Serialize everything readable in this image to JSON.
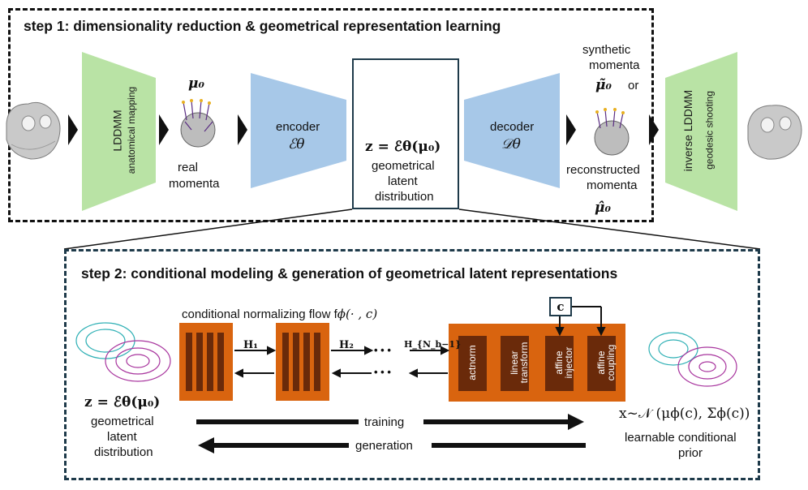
{
  "step1": {
    "title": "step 1: dimensionality reduction & geometrical representation learning",
    "lddmm": {
      "line1": "LDDMM",
      "line2": "anatomical mapping"
    },
    "mu0": "μ₀",
    "real_momenta": [
      "real",
      "momenta"
    ],
    "encoder": {
      "label": "encoder",
      "symbol": "ℰθ"
    },
    "latent": {
      "formula": "z = ℰθ(μ₀)",
      "caption": [
        "geometrical",
        "latent",
        "distribution"
      ]
    },
    "decoder": {
      "label": "decoder",
      "symbol": "𝒟θ"
    },
    "synthetic": {
      "line1": "synthetic",
      "line2": "momenta",
      "symbol": "μ̃₀",
      "or": "or"
    },
    "reconstructed": {
      "line1": "reconstructed",
      "line2": "momenta",
      "symbol": "μ̂₀"
    },
    "inverse": {
      "line1": "inverse LDDMM",
      "line2": "geodesic shooting"
    }
  },
  "step2": {
    "title": "step 2: conditional modeling & generation of geometrical latent representations",
    "flow_label": "conditional normalizing flow f",
    "flow_symbol": "ϕ(· , c)",
    "h1": "H₁",
    "h2": "H₂",
    "hnb": "H_{N_b−1}",
    "dots": "• • •",
    "layers": [
      "actnorm",
      "linear transform",
      "affine injector",
      "affine coupling"
    ],
    "c": "c",
    "left_formula": "z = ℰθ(μ₀)",
    "left_caption": [
      "geometrical",
      "latent",
      "distribution"
    ],
    "training": "training",
    "generation": "generation",
    "prior_formula": "x~𝒩 (μϕ(c), Σϕ(c))",
    "prior_caption": [
      "learnable conditional",
      "prior"
    ]
  },
  "colors": {
    "green": "#b9e3a5",
    "blue": "#a7c8e8",
    "orange": "#d9640f",
    "dark_brown": "#6a2a0a",
    "teal": "#2fb0b5",
    "magenta": "#a8359e"
  }
}
